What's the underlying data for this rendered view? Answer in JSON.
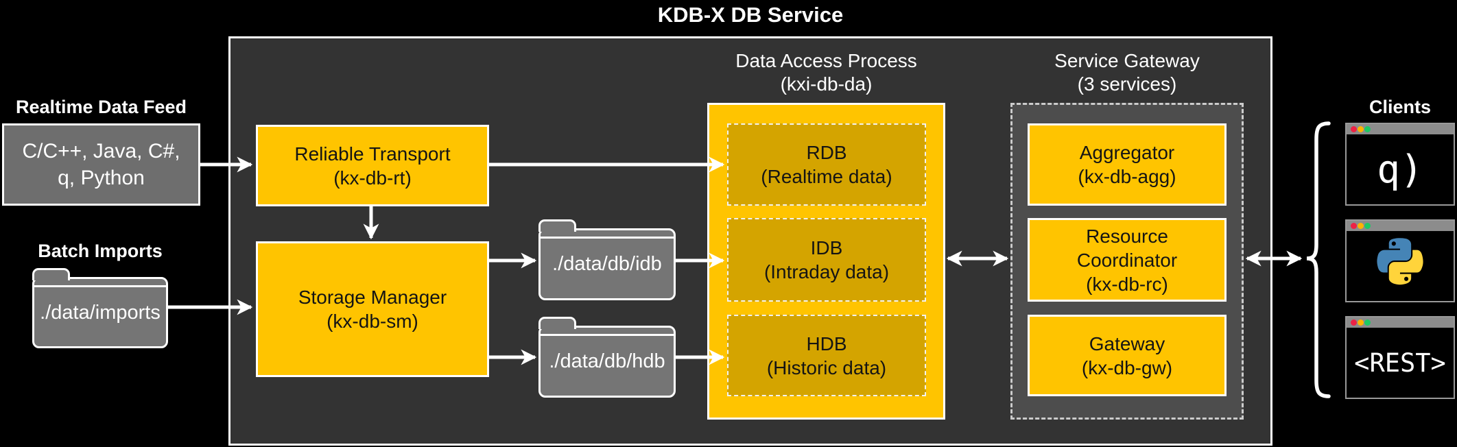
{
  "page": {
    "title": "KDB-X DB Service"
  },
  "colors": {
    "accent-yellow": "#ffc400",
    "dark-gold": "#d4a400",
    "panel-dark": "#333333",
    "panel-mid": "#4d4d4d",
    "box-gray": "#6e6e6e",
    "folder-gray": "#757575",
    "titlebar-gray": "#8c8c8c",
    "traffic-red": "#ed2245",
    "traffic-yellow": "#ffb400",
    "traffic-green": "#1dc964",
    "python-blue": "#4584b6",
    "python-yellow": "#ffd43b"
  },
  "sources": {
    "realtime_feed": {
      "heading": "Realtime Data Feed",
      "lines": [
        "C/C++, Java, C#,",
        "q, Python"
      ]
    },
    "batch_imports": {
      "heading": "Batch Imports",
      "folder_label": "./data/imports"
    }
  },
  "service": {
    "reliable_transport": {
      "lines": [
        "Reliable Transport",
        "(kx-db-rt)"
      ]
    },
    "storage_manager": {
      "lines": [
        "Storage Manager",
        "(kx-db-sm)"
      ]
    },
    "folders": [
      {
        "label": "./data/db/idb"
      },
      {
        "label": "./data/db/hdb"
      }
    ],
    "data_access_process": {
      "heading_lines": [
        "Data Access Process",
        "(kxi-db-da)"
      ],
      "boxes": [
        {
          "lines": [
            "RDB",
            "(Realtime data)"
          ]
        },
        {
          "lines": [
            "IDB",
            "(Intraday data)"
          ]
        },
        {
          "lines": [
            "HDB",
            "(Historic data)"
          ]
        }
      ]
    },
    "service_gateway": {
      "heading_lines": [
        "Service Gateway",
        "(3 services)"
      ],
      "boxes": [
        {
          "lines": [
            "Aggregator",
            "(kx-db-agg)"
          ]
        },
        {
          "lines": [
            "Resource",
            "Coordinator",
            "(kx-db-rc)"
          ]
        },
        {
          "lines": [
            "Gateway",
            "(kx-db-gw)"
          ]
        }
      ]
    }
  },
  "clients": {
    "heading": "Clients",
    "terminals": [
      {
        "content": "q)",
        "icon": "q-prompt-icon"
      },
      {
        "content": "",
        "icon": "python-logo-icon"
      },
      {
        "content": "<REST>",
        "icon": "rest-api-icon"
      }
    ]
  }
}
